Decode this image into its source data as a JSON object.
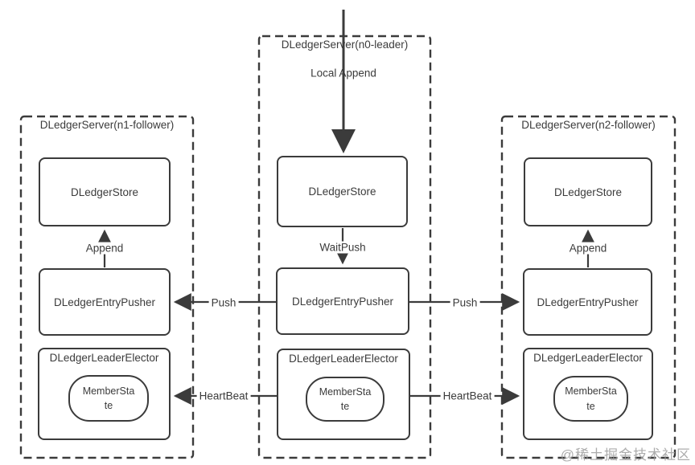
{
  "servers": {
    "leader": {
      "title": "DLedgerServer(n0-leader)",
      "store_label": "DLedgerStore",
      "pusher_label": "DLedgerEntryPusher",
      "elector_label": "DLedgerLeaderElector",
      "member_state_label": "MemberState"
    },
    "follower1": {
      "title": "DLedgerServer(n1-follower)",
      "store_label": "DLedgerStore",
      "pusher_label": "DLedgerEntryPusher",
      "elector_label": "DLedgerLeaderElector",
      "member_state_label": "MemberState"
    },
    "follower2": {
      "title": "DLedgerServer(n2-follower)",
      "store_label": "DLedgerStore",
      "pusher_label": "DLedgerEntryPusher",
      "elector_label": "DLedgerLeaderElector",
      "member_state_label": "MemberState"
    }
  },
  "arrow_labels": {
    "local_append": "Local Append",
    "wait_push": "WaitPush",
    "append_left": "Append",
    "append_right": "Append",
    "push_left": "Push",
    "push_right": "Push",
    "heartbeat_left": "HeartBeat",
    "heartbeat_right": "HeartBeat"
  },
  "watermark": "@稀土掘金技术社区",
  "colors": {
    "line": "#3b3b3b",
    "background": "#ffffff",
    "watermark": "#9e9e9e"
  }
}
